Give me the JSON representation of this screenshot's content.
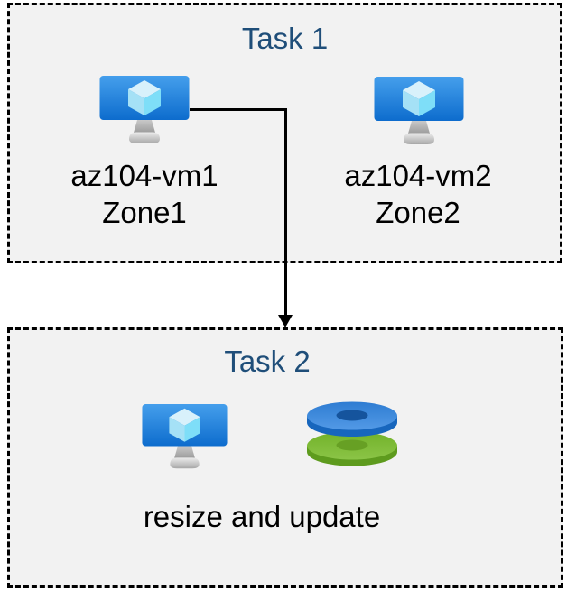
{
  "page": {
    "background": "#ffffff",
    "box_fill": "#f2f2f2",
    "box_border_color": "#000000",
    "box_border_style": "dashed",
    "title_color": "#1f4e79",
    "body_text_color": "#000000"
  },
  "task1": {
    "title": "Task 1",
    "vms": [
      {
        "name": "az104-vm1",
        "zone": "Zone1",
        "icon": "virtual-machine-icon"
      },
      {
        "name": "az104-vm2",
        "zone": "Zone2",
        "icon": "virtual-machine-icon"
      }
    ]
  },
  "arrow": {
    "from": "az104-vm1",
    "to": "Task 2",
    "color": "#000000",
    "shape": "elbow-down-arrow"
  },
  "task2": {
    "title": "Task 2",
    "caption": "resize and update",
    "icons": [
      "virtual-machine-icon",
      "disk-stack-icon"
    ]
  },
  "icon_colors": {
    "monitor_gradient_top": "#459fec",
    "monitor_gradient_bottom": "#0d6ccd",
    "cube_top_face": "#d8f1fb",
    "cube_left_face": "#a5e1f6",
    "cube_right_face": "#7edef8",
    "stand_gray_light": "#dcdcdc",
    "stand_gray_dark": "#9c9c9c",
    "disk_blue_top": "#3182d8",
    "disk_blue_side": "#1766bd",
    "disk_blue_hole": "#15549d",
    "disk_green_top": "#7cba30",
    "disk_green_side": "#5e9b1e",
    "disk_green_hole": "#67a024"
  }
}
